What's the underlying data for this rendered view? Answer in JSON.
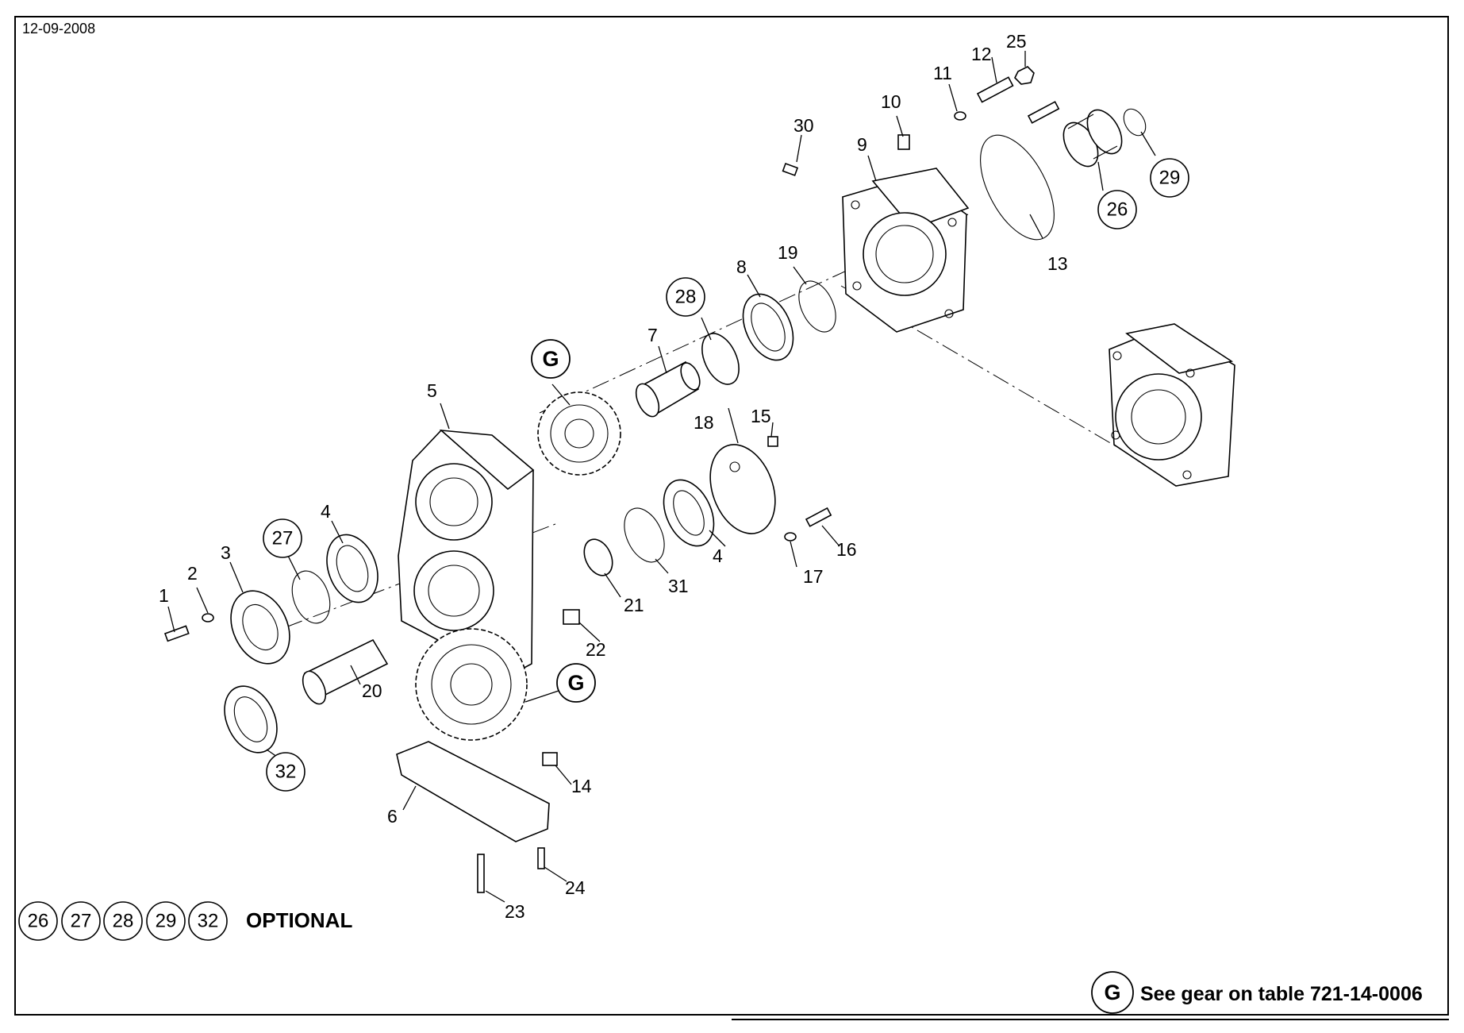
{
  "header": {
    "date": "12-09-2008"
  },
  "callouts": {
    "p1": "1",
    "p2": "2",
    "p3": "3",
    "p4a": "4",
    "p4b": "4",
    "p5": "5",
    "p6": "6",
    "p7": "7",
    "p8": "8",
    "p9": "9",
    "p10": "10",
    "p11": "11",
    "p12": "12",
    "p13": "13",
    "p14": "14",
    "p15": "15",
    "p16": "16",
    "p17": "17",
    "p18": "18",
    "p19": "19",
    "p20": "20",
    "p21": "21",
    "p22": "22",
    "p23": "23",
    "p24": "24",
    "p25": "25",
    "p30": "30",
    "p31": "31"
  },
  "circled": {
    "c26": "26",
    "c27": "27",
    "c28": "28",
    "c29": "29",
    "c32": "32"
  },
  "gear_marks": {
    "g1": "G",
    "g2": "G"
  },
  "legend": {
    "optional_numbers": [
      "26",
      "27",
      "28",
      "29",
      "32"
    ],
    "optional_label": "OPTIONAL",
    "gear_symbol": "G",
    "gear_note": "See gear on table 721-14-0006"
  }
}
